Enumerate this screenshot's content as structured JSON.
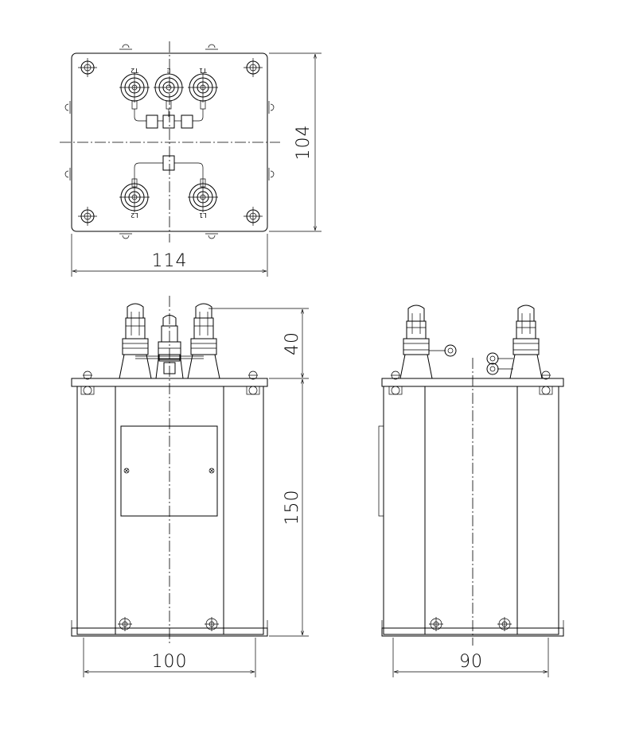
{
  "dimensions": {
    "top_width": "114",
    "top_depth": "104",
    "terminal_height": "40",
    "body_height": "150",
    "front_width": "100",
    "side_width": "90"
  },
  "terminal_labels": {
    "t2": "T2",
    "e": "E",
    "t1": "T1",
    "l2": "L2",
    "l1": "L1"
  }
}
